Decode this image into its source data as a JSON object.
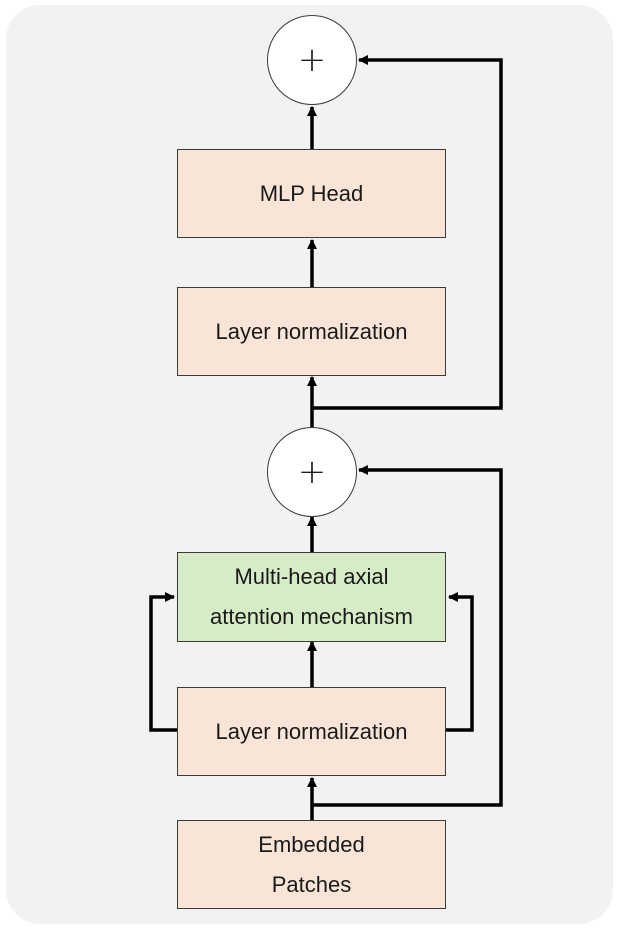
{
  "diagram": {
    "nodes": {
      "add_top": {
        "symbol": "+"
      },
      "mlp_head": {
        "label": "MLP Head"
      },
      "layer_norm_2": {
        "label": "Layer normalization"
      },
      "add_mid": {
        "symbol": "+"
      },
      "attention": {
        "label": "Multi-head axial\nattention mechanism"
      },
      "layer_norm_1": {
        "label": "Layer normalization"
      },
      "embedded": {
        "label": "Embedded\nPatches"
      }
    },
    "colors": {
      "panel": "#f2f2f2",
      "box_fill": "#f8e5d8",
      "attention_fill": "#d6ecc6",
      "line": "#000000"
    },
    "edges": [
      {
        "from": "embedded",
        "to": "layer_norm_1"
      },
      {
        "from": "layer_norm_1",
        "to": "attention",
        "count": 3
      },
      {
        "from": "embedded",
        "to": "add_mid",
        "type": "skip"
      },
      {
        "from": "attention",
        "to": "add_mid"
      },
      {
        "from": "add_mid",
        "to": "layer_norm_2"
      },
      {
        "from": "layer_norm_2",
        "to": "mlp_head"
      },
      {
        "from": "add_mid",
        "to": "add_top",
        "type": "skip"
      },
      {
        "from": "mlp_head",
        "to": "add_top"
      }
    ]
  }
}
